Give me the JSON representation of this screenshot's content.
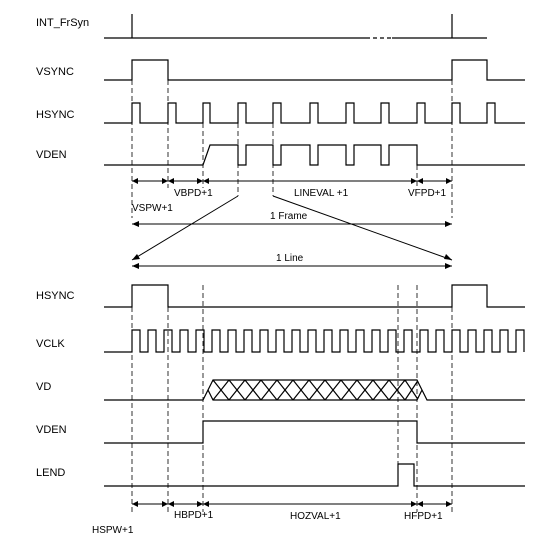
{
  "signals": {
    "int_frsyn": "INT_FrSyn",
    "vsync": "VSYNC",
    "hsync_top": "HSYNC",
    "vden_top": "VDEN",
    "hsync_bottom": "HSYNC",
    "vclk": "VCLK",
    "vd": "VD",
    "vden_bottom": "VDEN",
    "lend": "LEND"
  },
  "dimensions": {
    "vspw": "VSPW+1",
    "vbpd": "VBPD+1",
    "lineval": "LINEVAL +1",
    "vfpd": "VFPD+1",
    "frame": "1 Frame",
    "line": "1 Line",
    "hspw": "HSPW+1",
    "hbpd": "HBPD+1",
    "hozval": "HOZVAL+1",
    "hfpd": "HFPD+1"
  }
}
